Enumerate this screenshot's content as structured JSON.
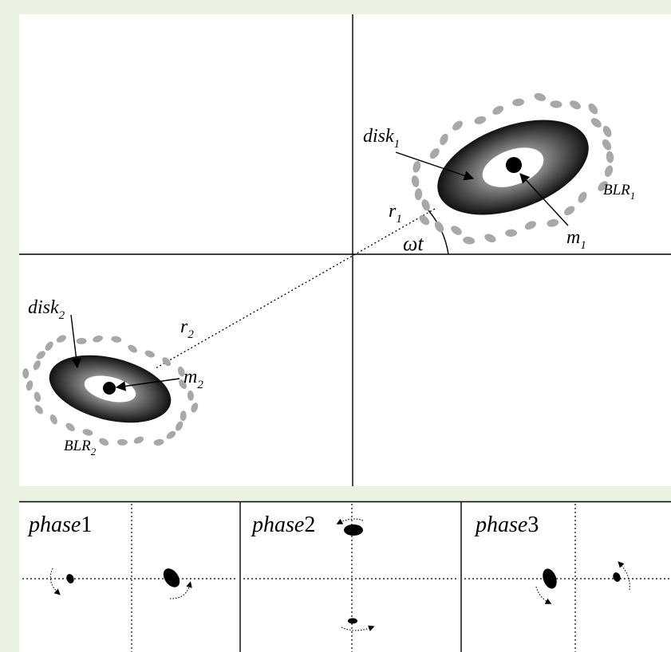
{
  "main_panel": {
    "disk1_label": "disk",
    "disk1_sub": "1",
    "blr1_label": "BLR",
    "blr1_sub": "1",
    "m1_label": "m",
    "m1_sub": "1",
    "r1_label": "r",
    "r1_sub": "1",
    "angle_label": "ωt",
    "disk2_label": "disk",
    "disk2_sub": "2",
    "blr2_label": "BLR",
    "blr2_sub": "2",
    "m2_label": "m",
    "m2_sub": "2",
    "r2_label": "r",
    "r2_sub": "2"
  },
  "phases": [
    {
      "word": "phase",
      "num": "1"
    },
    {
      "word": "phase",
      "num": "2"
    },
    {
      "word": "phase",
      "num": "3"
    }
  ],
  "colors": {
    "background": "#eaf3e2",
    "panel": "#ffffff",
    "blr_clouds": "#a8a8a8",
    "disk_dark": "#111111",
    "disk_light": "#9a9a9a"
  }
}
